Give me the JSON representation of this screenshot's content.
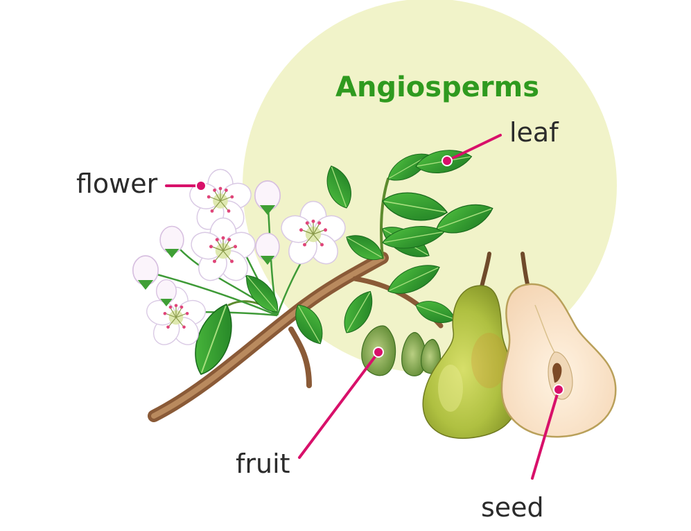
{
  "title": "Angiosperms",
  "labels": {
    "flower": "flower",
    "leaf": "leaf",
    "fruit": "fruit",
    "seed": "seed"
  },
  "colors": {
    "background_circle": "#f1f3c9",
    "title": "#2f9a1f",
    "pointer": "#d8106a",
    "leaf": "#2f9e2f",
    "branch": "#9a6b45",
    "petal": "#ffffff",
    "pear_skin": "#b4c44a",
    "pear_flesh": "#fbe9d4"
  },
  "icons": {
    "flower": "pear-blossom-icon",
    "fruit": "pear-icon"
  }
}
